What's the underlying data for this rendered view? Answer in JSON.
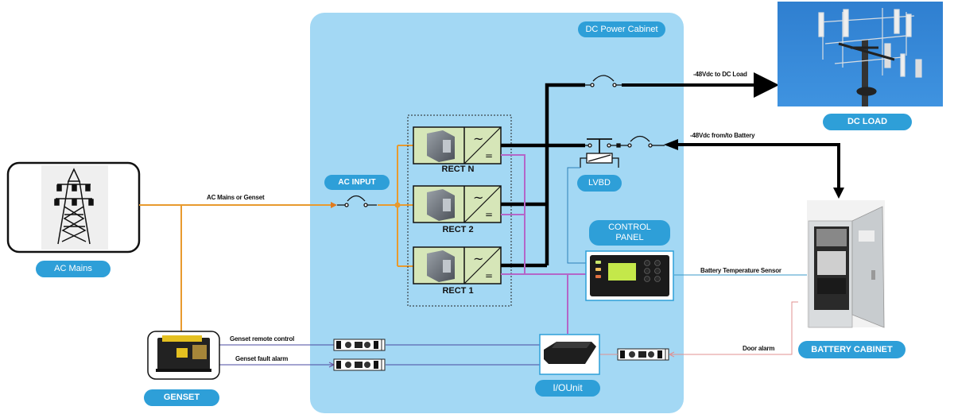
{
  "diagram": {
    "cabinet_title": "DC Power Cabinet",
    "nodes": {
      "ac_mains": {
        "label": "AC Mains"
      },
      "genset": {
        "label": "GENSET"
      },
      "ac_input": {
        "label": "AC INPUT"
      },
      "rectifiers": [
        {
          "label": "RECT N"
        },
        {
          "label": "RECT 2"
        },
        {
          "label": "RECT 1"
        }
      ],
      "lvbd": {
        "label": "LVBD"
      },
      "control_panel": {
        "label_line1": "CONTROL",
        "label_line2": "PANEL"
      },
      "io_unit": {
        "label": "I/OUnit"
      },
      "dc_load": {
        "label": "DC LOAD"
      },
      "battery_cabinet": {
        "label": "BATTERY CABINET"
      }
    },
    "connections": {
      "ac_mains_or_genset": "AC Mains or Genset",
      "dc_load_feed": "-48Vdc to DC Load",
      "battery_feed": "-48Vdc from/to Battery",
      "battery_temp_sensor": "Battery Temperature Sensor",
      "genset_remote_control": "Genset remote control",
      "genset_fault_alarm": "Genset fault alarm",
      "door_alarm": "Door alarm"
    },
    "rectifier_symbols": {
      "ac": "~",
      "dc": "="
    },
    "colors": {
      "cabinet_bg": "#a3d8f4",
      "pill": "#2e9fd8",
      "ac_line": "#e89a2e",
      "dc_bus": "#000000",
      "signal_purple": "#b466c8",
      "sensor_line": "#3a9ac8",
      "door_alarm_line": "#e09090",
      "rect_module": "#d6e6b8"
    }
  }
}
